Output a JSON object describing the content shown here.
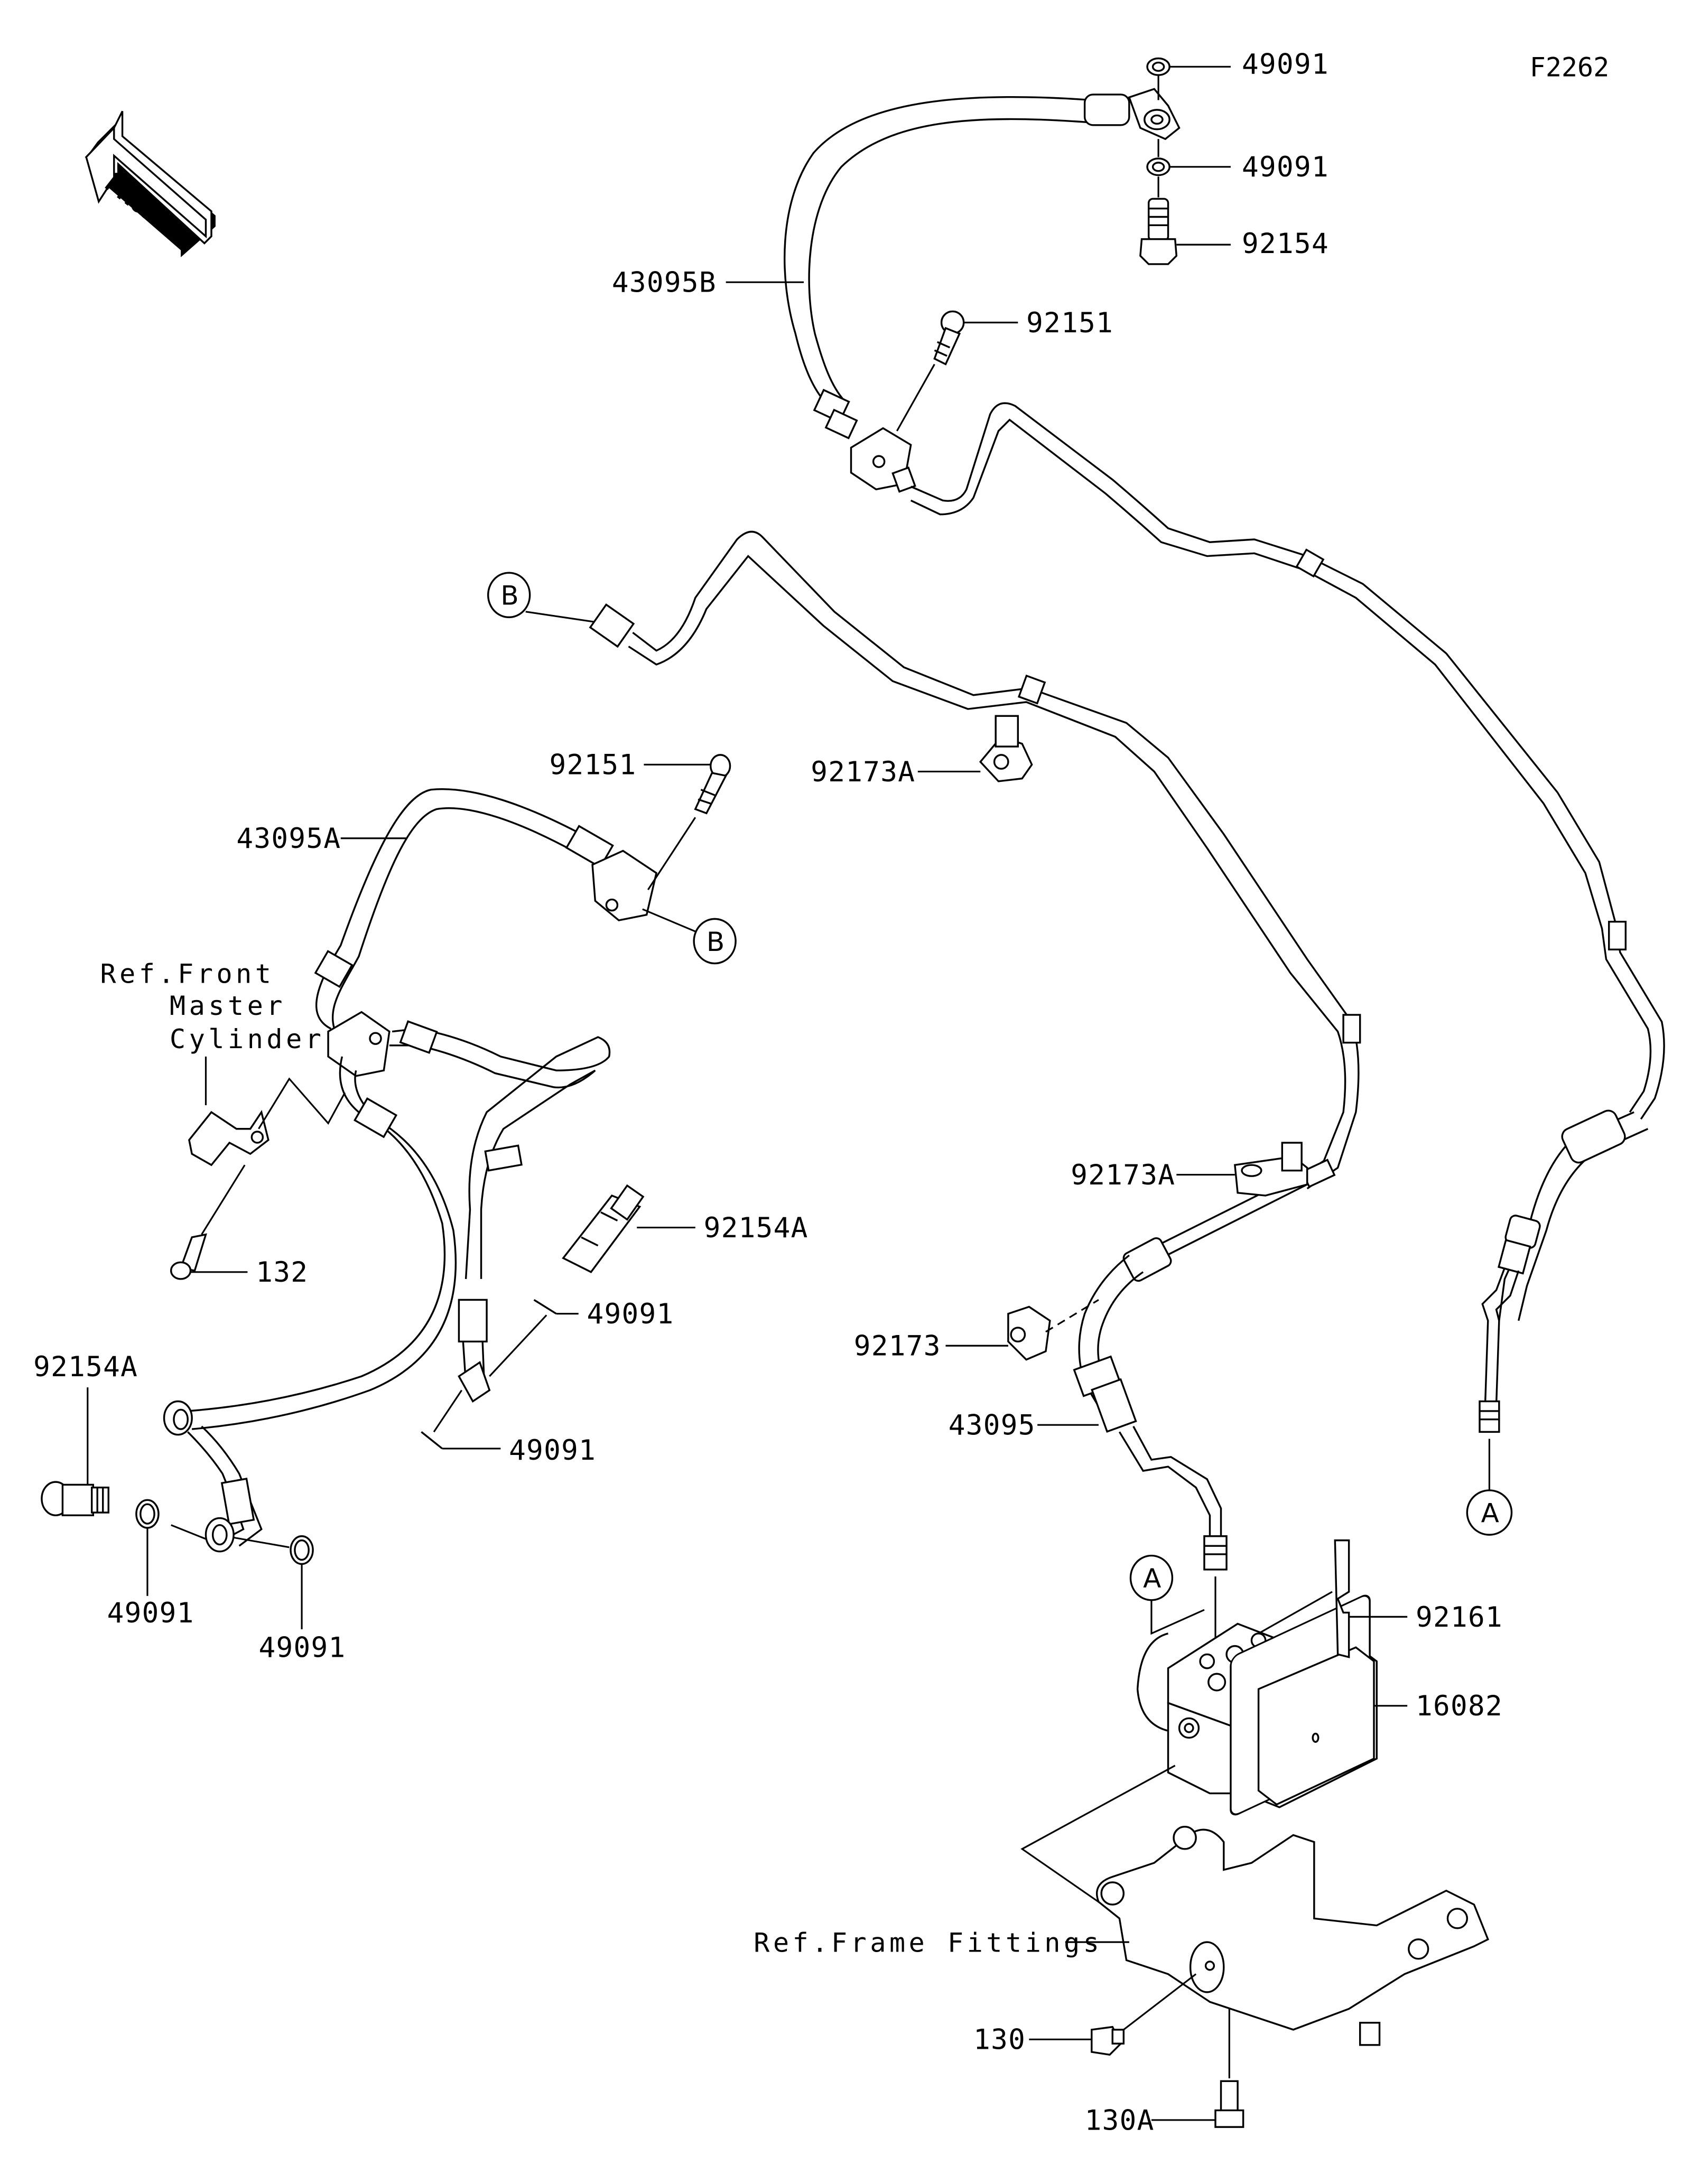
{
  "diagram": {
    "figure_code": "F2262",
    "front_indicator": "FRONT",
    "part_labels": [
      {
        "id": "lbl-49091-top",
        "text": "49091"
      },
      {
        "id": "lbl-49091-top2",
        "text": "49091"
      },
      {
        "id": "lbl-92154",
        "text": "92154"
      },
      {
        "id": "lbl-92151-top",
        "text": "92151"
      },
      {
        "id": "lbl-43095B",
        "text": "43095B"
      },
      {
        "id": "lbl-92151-mid",
        "text": "92151"
      },
      {
        "id": "lbl-43095A",
        "text": "43095A"
      },
      {
        "id": "lbl-92173A-upper",
        "text": "92173A"
      },
      {
        "id": "lbl-92173A-lower",
        "text": "92173A"
      },
      {
        "id": "lbl-92154A-right",
        "text": "92154A"
      },
      {
        "id": "lbl-132",
        "text": "132"
      },
      {
        "id": "lbl-49091-mid",
        "text": "49091"
      },
      {
        "id": "lbl-49091-mid2",
        "text": "49091"
      },
      {
        "id": "lbl-92173",
        "text": "92173"
      },
      {
        "id": "lbl-43095",
        "text": "43095"
      },
      {
        "id": "lbl-92154A-left",
        "text": "92154A"
      },
      {
        "id": "lbl-49091-bl1",
        "text": "49091"
      },
      {
        "id": "lbl-49091-bl2",
        "text": "49091"
      },
      {
        "id": "lbl-92161",
        "text": "92161"
      },
      {
        "id": "lbl-16082",
        "text": "16082"
      },
      {
        "id": "lbl-130",
        "text": "130"
      },
      {
        "id": "lbl-130A",
        "text": "130A"
      }
    ],
    "reference_notes": {
      "front_master_cylinder": [
        "Ref.Front",
        "Master",
        "Cylinder"
      ],
      "frame_fittings": "Ref.Frame Fittings"
    },
    "connection_markers": {
      "B_upper": "B",
      "B_lower": "B",
      "A_right": "A",
      "A_abs": "A"
    }
  }
}
